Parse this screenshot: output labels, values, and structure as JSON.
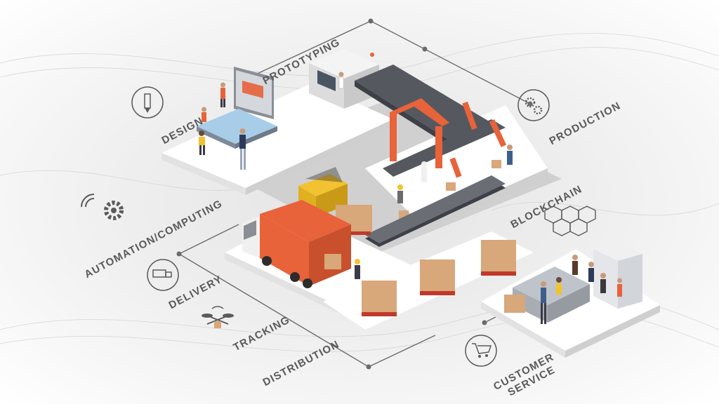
{
  "labels": {
    "design": "DESIGN",
    "prototyping": "PROTOTYPING",
    "production": "PRODUCTION",
    "blockchain": "BLOCKCHAIN",
    "automation": "AUTOMATION/COMPUTING",
    "delivery": "DELIVERY",
    "tracking": "TRACKING",
    "distribution": "DISTRIBUTION",
    "customer_service_1": "CUSTOMER",
    "customer_service_2": "SERVICE"
  },
  "icons": [
    "pencil-icon",
    "gears-icon",
    "hexagon-network-icon",
    "wireless-gear-icon",
    "truck-icon",
    "drone-icon",
    "shopping-cart-icon"
  ],
  "colors": {
    "accent": "#e8623a",
    "platform": "#ffffff",
    "floor": "#d8d8d8",
    "line": "#6b6b6b",
    "label": "#5a5a5a",
    "crate": "#d8a77a",
    "forklift": "#f2c230"
  }
}
